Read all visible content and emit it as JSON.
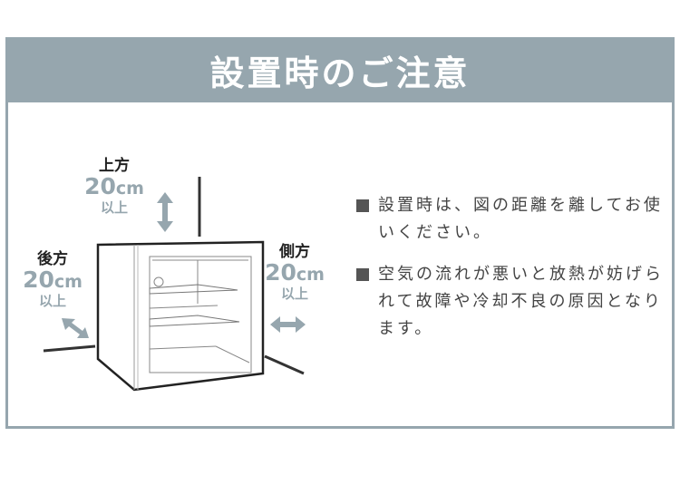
{
  "banner": {
    "title": "設置時のご注意",
    "color": "#96a6ae"
  },
  "diagram": {
    "top": {
      "direction": "上方",
      "distance": "20",
      "unit": "cm",
      "qualifier": "以上"
    },
    "back": {
      "direction": "後方",
      "distance": "20",
      "unit": "cm",
      "qualifier": "以上"
    },
    "side": {
      "direction": "側方",
      "distance": "20",
      "unit": "cm",
      "qualifier": "以上"
    },
    "arrow_color": "#96a6ae"
  },
  "notes": [
    {
      "text": "設置時は、図の距離を離してお使いください。"
    },
    {
      "text": "空気の流れが悪いと放熱が妨げられて故障や冷却不良の原因となります。"
    }
  ]
}
